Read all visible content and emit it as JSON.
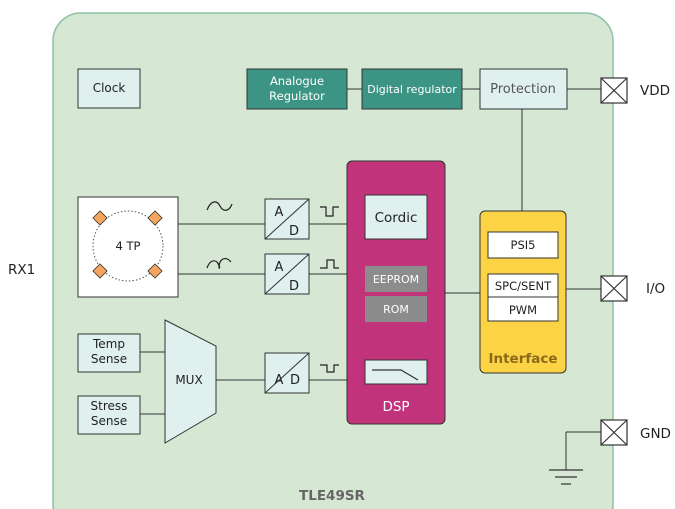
{
  "labels": {
    "rx1": "RX1",
    "chip": "TLE49SR",
    "clock": "Clock",
    "analogue_line1": "Analogue",
    "analogue_line2": "Regulator",
    "digital_regulator": "Digital regulator",
    "protection": "Protection",
    "sensor": "4 TP",
    "adc_a": "A",
    "adc_d": "D",
    "temp_line1": "Temp",
    "temp_line2": "Sense",
    "stress_line1": "Stress",
    "stress_line2": "Sense",
    "mux": "MUX",
    "cordic": "Cordic",
    "eeprom": "EEPROM",
    "rom": "ROM",
    "dsp": "DSP",
    "psi5": "PSI5",
    "spc_sent": "SPC/SENT",
    "pwm": "PWM",
    "interface": "Interface",
    "vdd": "VDD",
    "io": "I/O",
    "gnd": "GND"
  },
  "icons": {
    "sine": "sine-wave-icon",
    "square": "square-wave-icon",
    "filter": "filter-icon",
    "pin": "pin-box-icon",
    "ground": "ground-icon"
  },
  "colors": {
    "chip_bg": "#d6e8d4",
    "chip_border": "#8fbfa8",
    "block_bg": "#dff0ef",
    "regulator": "#3b9484",
    "dsp": "#c1347c",
    "dsp_mem": "#8c8c8c",
    "interface": "#fcd344",
    "interface_text": "#8a6a18",
    "sensor_pad": "#f6a55c",
    "chip_text": "#666666"
  }
}
